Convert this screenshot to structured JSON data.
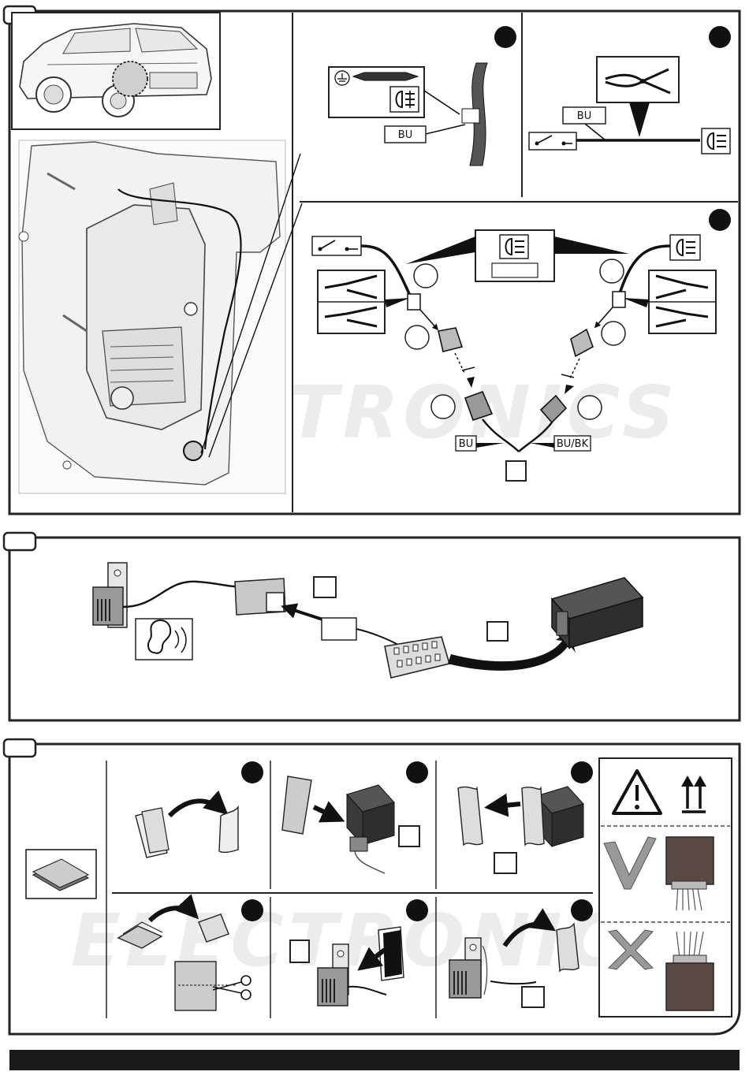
{
  "labels": {
    "bu_top": "BU",
    "bu_right": "BU",
    "bu_bottom": "BU",
    "bu_bk": "BU/BK"
  },
  "watermark": {
    "text_upper": "ELECTRONICS",
    "text_lower": "ELECTRONICS"
  },
  "icons": {
    "ground": "ground-icon",
    "fog_lamp": "fog-lamp-icon",
    "switch": "switch-icon",
    "pliers": "pliers-icon",
    "crimper": "crimper-icon",
    "ear": "ear-icon",
    "warning": "warning-triangle-icon",
    "this_side_up": "this-side-up-icon",
    "check": "check-mark-icon",
    "cross": "cross-mark-icon",
    "scissors": "scissors-icon"
  },
  "colors": {
    "frame": "#222222",
    "bottom_bar": "#1a1a1a",
    "module_dark": "#3a3a3a",
    "module_brown": "#5a4a44",
    "watermark": "#ececec"
  }
}
